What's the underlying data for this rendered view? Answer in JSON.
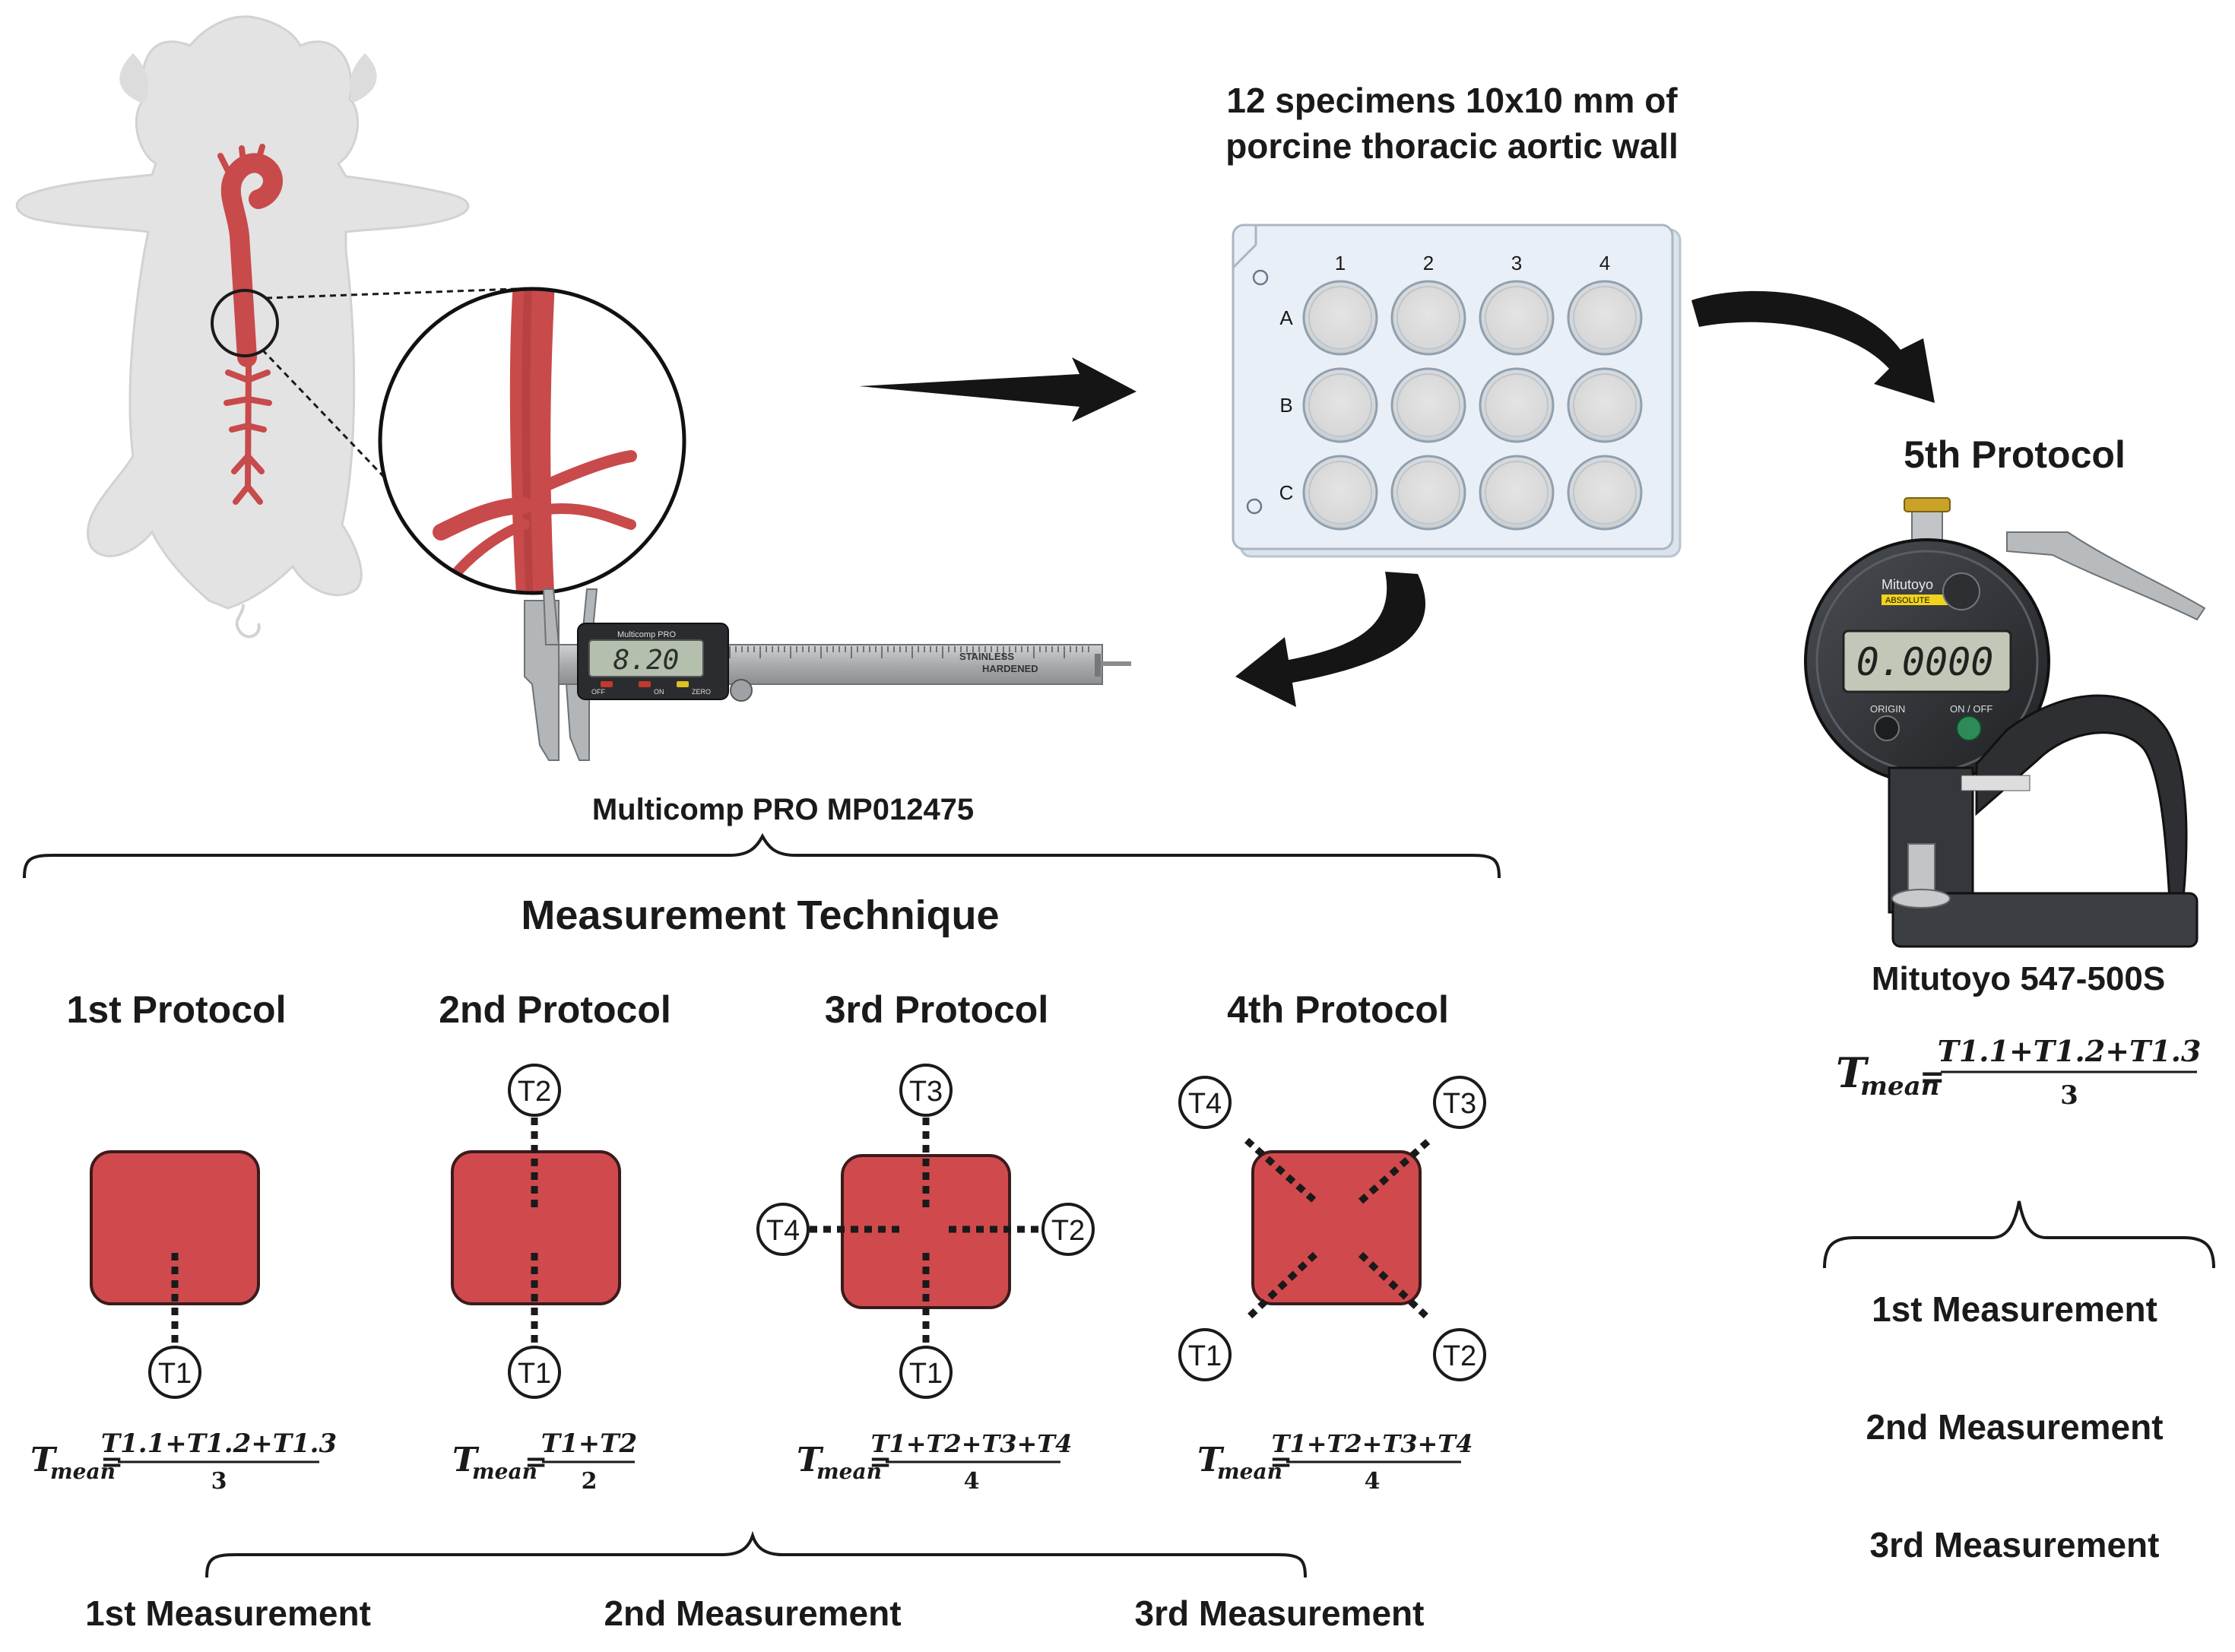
{
  "specimen_title": [
    "12 specimens 10x10 mm of",
    "porcine thoracic aortic wall"
  ],
  "plate": {
    "columns": [
      "1",
      "2",
      "3",
      "4"
    ],
    "rows": [
      "A",
      "B",
      "C"
    ]
  },
  "caliper": {
    "model": "Multicomp PRO MP012475",
    "display": "8.20",
    "brand": "Multicomp PRO",
    "markings": [
      "STAINLESS",
      "HARDENED"
    ],
    "buttons": [
      "OFF",
      "ON",
      "ZERO"
    ]
  },
  "micrometer": {
    "protocol_title": "5th Protocol",
    "model": "Mitutoyo 547-500S",
    "brand": "Mitutoyo",
    "sub_brand": "ABSOLUTE",
    "display": "0.0000",
    "button_origin": "ORIGIN",
    "button_onoff": "ON / OFF",
    "formula": {
      "lhs": "T",
      "sub": "mean",
      "num": "T1.1+T1.2+T1.3",
      "den": "3"
    },
    "measurements": [
      "1st Measurement",
      "2nd Measurement",
      "3rd Measurement"
    ]
  },
  "technique_title": "Measurement Technique",
  "protocols": [
    {
      "title": "1st Protocol",
      "points": [
        "T1"
      ],
      "formula": {
        "lhs": "T",
        "sub": "mean",
        "num": "T1.1+T1.2+T1.3",
        "den": "3"
      }
    },
    {
      "title": "2nd Protocol",
      "points": [
        "T1",
        "T2"
      ],
      "formula": {
        "lhs": "T",
        "sub": "mean",
        "num": "T1+T2",
        "den": "2"
      }
    },
    {
      "title": "3rd Protocol",
      "points": [
        "T1",
        "T2",
        "T3",
        "T4"
      ],
      "formula": {
        "lhs": "T",
        "sub": "mean",
        "num": "T1+T2+T3+T4",
        "den": "4"
      }
    },
    {
      "title": "4th Protocol",
      "points": [
        "T1",
        "T2",
        "T3",
        "T4"
      ],
      "formula": {
        "lhs": "T",
        "sub": "mean",
        "num": "T1+T2+T3+T4",
        "den": "4"
      }
    }
  ],
  "bottom_measurements": [
    "1st Measurement",
    "2nd Measurement",
    "3rd Measurement"
  ],
  "colors": {
    "specimen": "#d04a4d",
    "specimen_border": "#3b1b1c",
    "aorta": "#c84a4b",
    "pig": "#e3e3e3",
    "plate": "#e8eef5",
    "arrow": "#151515"
  }
}
